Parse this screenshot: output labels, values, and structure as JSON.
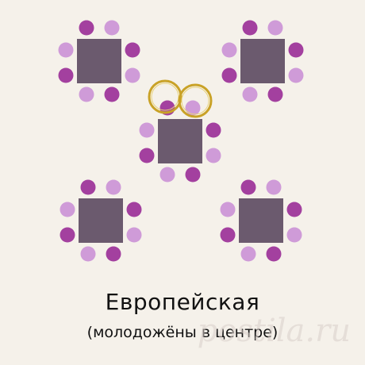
{
  "title": "Европейская",
  "subtitle": "(молодожёны в центре)",
  "watermark": "postila.ru",
  "colors": {
    "background": "#f5f1ea",
    "table": "#6b5a6e",
    "chair_dark": "#a3409f",
    "chair_light": "#cf9bd8",
    "ring": "#c9a227"
  },
  "layout": {
    "tables": [
      {
        "name": "table-top-left"
      },
      {
        "name": "table-top-right"
      },
      {
        "name": "table-center-newlyweds"
      },
      {
        "name": "table-bottom-left"
      },
      {
        "name": "table-bottom-right"
      }
    ],
    "chairs_per_table": 8,
    "rings_icon": "wedding-rings-icon"
  }
}
